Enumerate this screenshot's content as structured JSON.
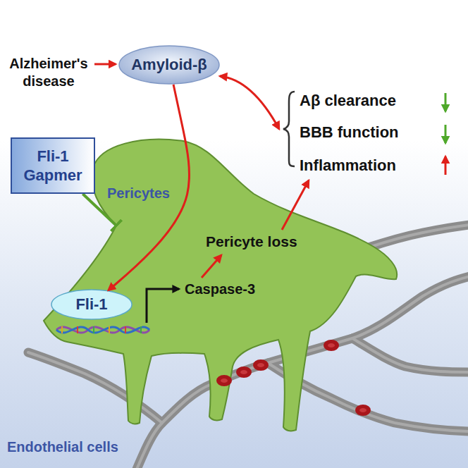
{
  "diagram": {
    "nodes": [
      {
        "text": [
          "Amyloid-β"
        ]
      },
      {
        "text": [
          "Fli-1 Gapmer"
        ]
      },
      {
        "text": [
          "Pericytes",
          "Caspase-3",
          "Pericyte loss"
        ]
      },
      {
        "text": [
          "Fli-1"
        ],
        "in": 2
      }
    ],
    "edges": [
      {
        "from": 0,
        "to": 3,
        "arrow": "to"
      },
      {
        "from": 1,
        "to": 2,
        "arrow": "to"
      }
    ],
    "labels": [
      "Alzheimer's disease",
      "Aβ clearance",
      "BBB function",
      "Inflammation",
      "Endothelial cells"
    ]
  }
}
